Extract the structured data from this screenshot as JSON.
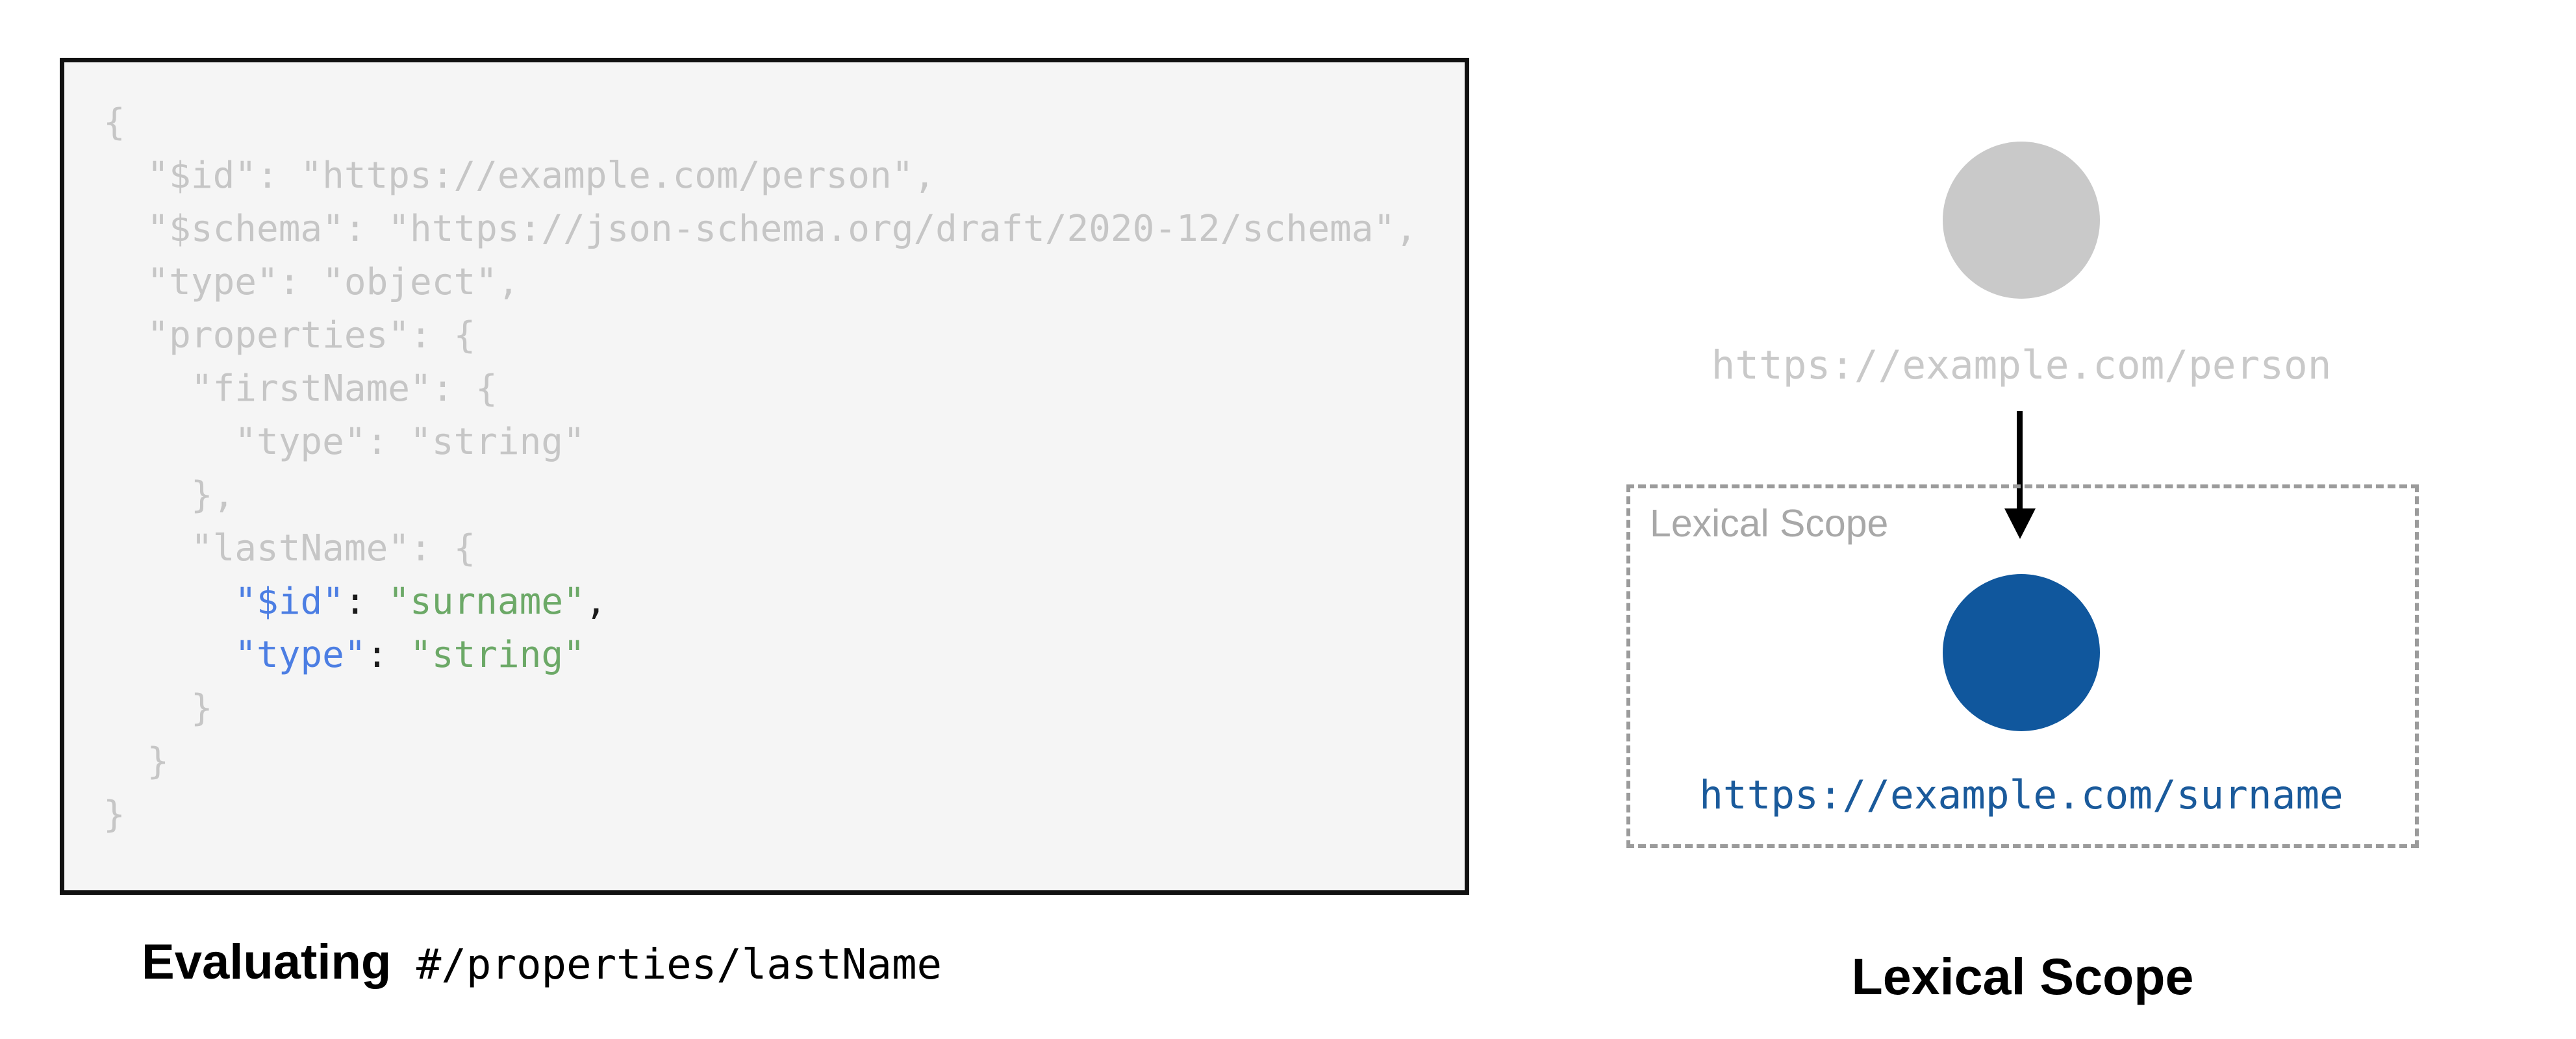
{
  "colors": {
    "page_bg": "#ffffff",
    "panel_bg": "#f5f5f5",
    "panel_border": "#111111",
    "code_muted": "#c6c6c6",
    "code_key": "#4c7ee3",
    "code_string": "#6ca967",
    "code_punct": "#1b1b1b",
    "circle_gray": "#c9c9c9",
    "person_label": "#c9c9c9",
    "node_blue": "#10579d",
    "url_blue": "#1a5a9b",
    "dash_gray": "#9b9b9b",
    "scope_label": "#a8a8a8",
    "caption_black": "#000000",
    "arrow_black": "#000000"
  },
  "code_panel": {
    "lines": [
      {
        "segments": [
          {
            "t": "{",
            "c": "muted"
          }
        ]
      },
      {
        "segments": [
          {
            "t": "  \"$id\": \"https://example.com/person\",",
            "c": "muted"
          }
        ]
      },
      {
        "segments": [
          {
            "t": "  \"$schema\": \"https://json-schema.org/draft/2020-12/schema\",",
            "c": "muted"
          }
        ]
      },
      {
        "segments": [
          {
            "t": "  \"type\": \"object\",",
            "c": "muted"
          }
        ]
      },
      {
        "segments": [
          {
            "t": "  \"properties\": {",
            "c": "muted"
          }
        ]
      },
      {
        "segments": [
          {
            "t": "    \"firstName\": {",
            "c": "muted"
          }
        ]
      },
      {
        "segments": [
          {
            "t": "      \"type\": \"string\"",
            "c": "muted"
          }
        ]
      },
      {
        "segments": [
          {
            "t": "    },",
            "c": "muted"
          }
        ]
      },
      {
        "segments": [
          {
            "t": "    \"lastName\": {",
            "c": "muted"
          }
        ]
      },
      {
        "segments": [
          {
            "t": "      ",
            "c": "muted"
          },
          {
            "t": "\"$id\"",
            "c": "key"
          },
          {
            "t": ": ",
            "c": "punct"
          },
          {
            "t": "\"surname\"",
            "c": "string"
          },
          {
            "t": ",",
            "c": "punct"
          }
        ]
      },
      {
        "segments": [
          {
            "t": "      ",
            "c": "muted"
          },
          {
            "t": "\"type\"",
            "c": "key"
          },
          {
            "t": ": ",
            "c": "punct"
          },
          {
            "t": "\"string\"",
            "c": "string"
          }
        ]
      },
      {
        "segments": [
          {
            "t": "    }",
            "c": "muted"
          }
        ]
      },
      {
        "segments": [
          {
            "t": "  }",
            "c": "muted"
          }
        ]
      },
      {
        "segments": [
          {
            "t": "}",
            "c": "muted"
          }
        ]
      }
    ]
  },
  "captions": {
    "left_bold": "Evaluating",
    "left_pointer": " #/properties/lastName",
    "right": "Lexical Scope"
  },
  "diagram": {
    "root_url": "https://example.com/person",
    "scope_title": "Lexical Scope",
    "child_url": "https://example.com/surname"
  }
}
